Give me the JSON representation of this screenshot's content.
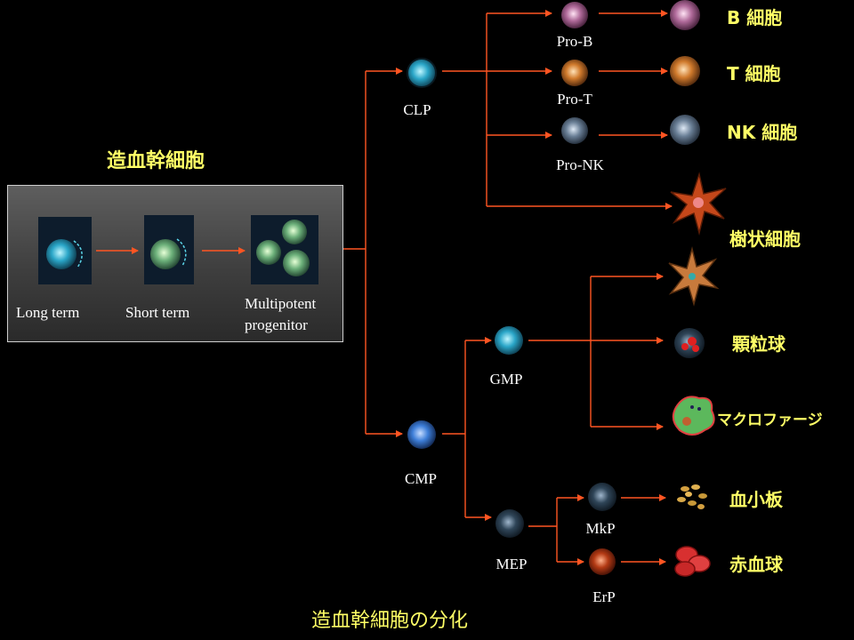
{
  "hsc": {
    "title": "造血幹細胞",
    "stages": [
      "Long term",
      "Short term",
      "Multipotent",
      "progenitor"
    ]
  },
  "progenitors": {
    "clp": "CLP",
    "cmp": "CMP",
    "gmp": "GMP",
    "mep": "MEP",
    "pro_b": "Pro-B",
    "pro_t": "Pro-T",
    "pro_nk": "Pro-NK",
    "mkp": "MkP",
    "erp": "ErP"
  },
  "mature": {
    "b_cell": "B 細胞",
    "t_cell": "T 細胞",
    "nk_cell": "NK 細胞",
    "dendritic": "樹状細胞",
    "granulocyte": "顆粒球",
    "macrophage": "マクロファージ",
    "platelet": "血小板",
    "erythrocyte": "赤血球"
  },
  "footer": "造血幹細胞の分化",
  "colors": {
    "arrow": "#ff5522",
    "label_yellow": "#ffff66",
    "label_white": "#ffffff"
  }
}
